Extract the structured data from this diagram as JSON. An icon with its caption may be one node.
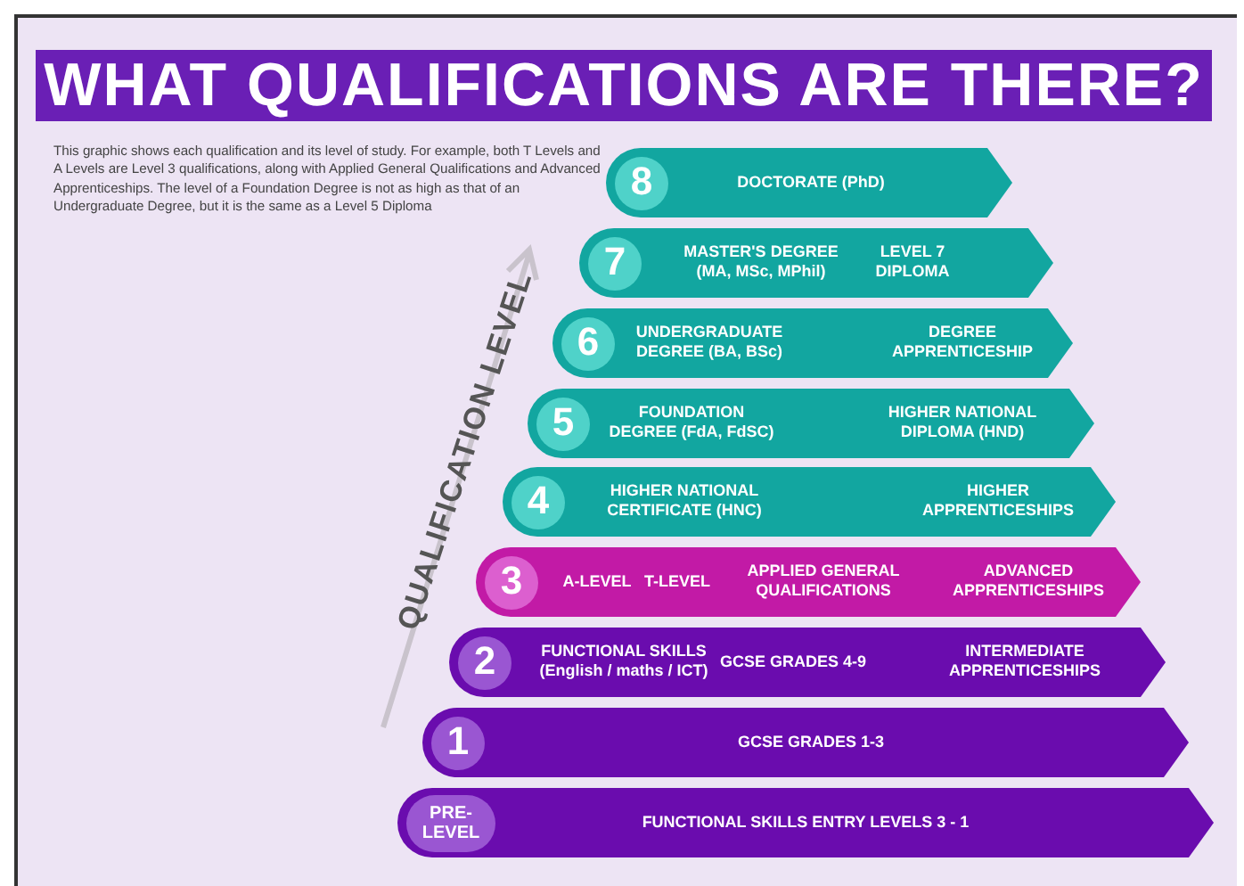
{
  "diagram": {
    "title": "WHAT QUALIFICATIONS ARE THERE?",
    "nodes": [
      {
        "text": [
          "DOCTORATE (PhD)"
        ]
      },
      {
        "text": [
          "8"
        ],
        "in": 0
      },
      {
        "text": [
          "MASTER'S DEGREE (MA, MSc, MPhil)",
          "LEVEL 7 DIPLOMA"
        ]
      },
      {
        "text": [
          "7"
        ],
        "in": 2
      },
      {
        "text": [
          "UNDERGRADUATE DEGREE (BA, BSc)",
          "DEGREE APPRENTICESHIP"
        ]
      },
      {
        "text": [
          "6"
        ],
        "in": 4
      },
      {
        "text": [
          "FOUNDATION DEGREE (FdA, FdSC)",
          "HIGHER NATIONAL DIPLOMA (HND)"
        ]
      },
      {
        "text": [
          "5"
        ],
        "in": 6
      },
      {
        "text": [
          "HIGHER NATIONAL CERTIFICATE (HNC)",
          "HIGHER APPRENTICESHIPS"
        ]
      },
      {
        "text": [
          "4"
        ],
        "in": 8
      },
      {
        "text": [
          "A-LEVEL",
          "T-LEVEL",
          "APPLIED GENERAL QUALIFICATIONS",
          "ADVANCED APPRENTICESHIPS"
        ]
      },
      {
        "text": [
          "3"
        ],
        "in": 10
      },
      {
        "text": [
          "FUNCTIONAL SKILLS (English / maths / ICT)",
          "GCSE GRADES 4-9",
          "INTERMEDIATE APPRENTICESHIPS"
        ]
      },
      {
        "text": [
          "2"
        ],
        "in": 12
      },
      {
        "text": [
          "GCSE GRADES 1-3"
        ]
      },
      {
        "text": [
          "1"
        ],
        "in": 14
      },
      {
        "text": [
          "FUNCTIONAL SKILLS ENTRY LEVELS 3 - 1"
        ]
      },
      {
        "text": [
          "PRE-LEVEL"
        ],
        "in": 16
      }
    ],
    "edges": [],
    "labels": [
      "This graphic shows each qualification and its level of study. For example, both T Levels and A Levels are Level 3 qualifications, along with Applied General Qualifications and Advanced Apprenticeships. The level of a Foundation Degree is not as high as that of an Undergraduate Degree, but it is the same as a Level 5 Diploma",
      "QUALIFICATION LEVEL"
    ]
  }
}
